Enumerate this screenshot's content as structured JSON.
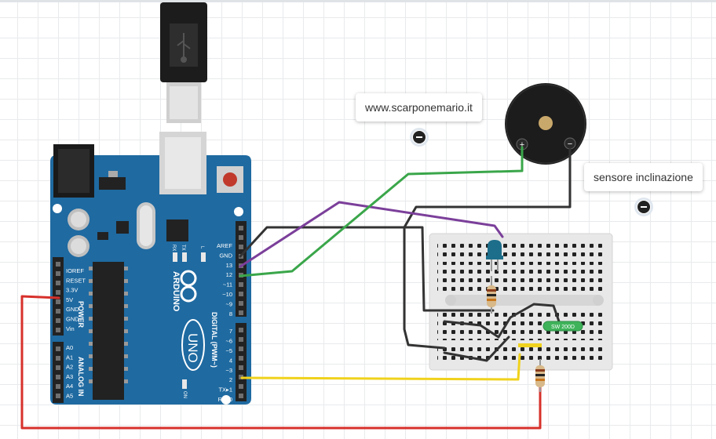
{
  "annotations": {
    "website": "www.scarponemario.it",
    "tilt_sensor": "sensore inclinazione"
  },
  "arduino": {
    "logo_text": "ARDUINO",
    "model": "UNO",
    "power_label": "POWER",
    "analog_label": "ANALOG IN",
    "digital_label": "DIGITAL (PWM~)",
    "on_label": "ON",
    "tx_label": "TX",
    "rx_label": "RX",
    "l_label": "L",
    "digital_pins": [
      "AREF",
      "GND",
      "13",
      "12",
      "~11",
      "~10",
      "~9",
      "8",
      "7",
      "~6",
      "~5",
      "4",
      "~3",
      "2",
      "TX▸1",
      "RX◂0"
    ],
    "power_pins": [
      "IOREF",
      "RESET",
      "3.3V",
      "5V",
      "GND",
      "GND",
      "Vin"
    ],
    "analog_pins": [
      "A0",
      "A1",
      "A2",
      "A3",
      "A4",
      "A5"
    ]
  },
  "components": {
    "tilt_switch_label": "SW 200D",
    "buzzer_plus": "+",
    "buzzer_minus": "−"
  },
  "colors": {
    "board": "#1f6aa1",
    "wire_black": "#333333",
    "wire_purple": "#7b3f9a",
    "wire_green": "#3aa64a",
    "wire_red": "#d7302b",
    "wire_yellow": "#f0d21c",
    "led": "#1d6e8a",
    "switch": "#3fb35a"
  }
}
